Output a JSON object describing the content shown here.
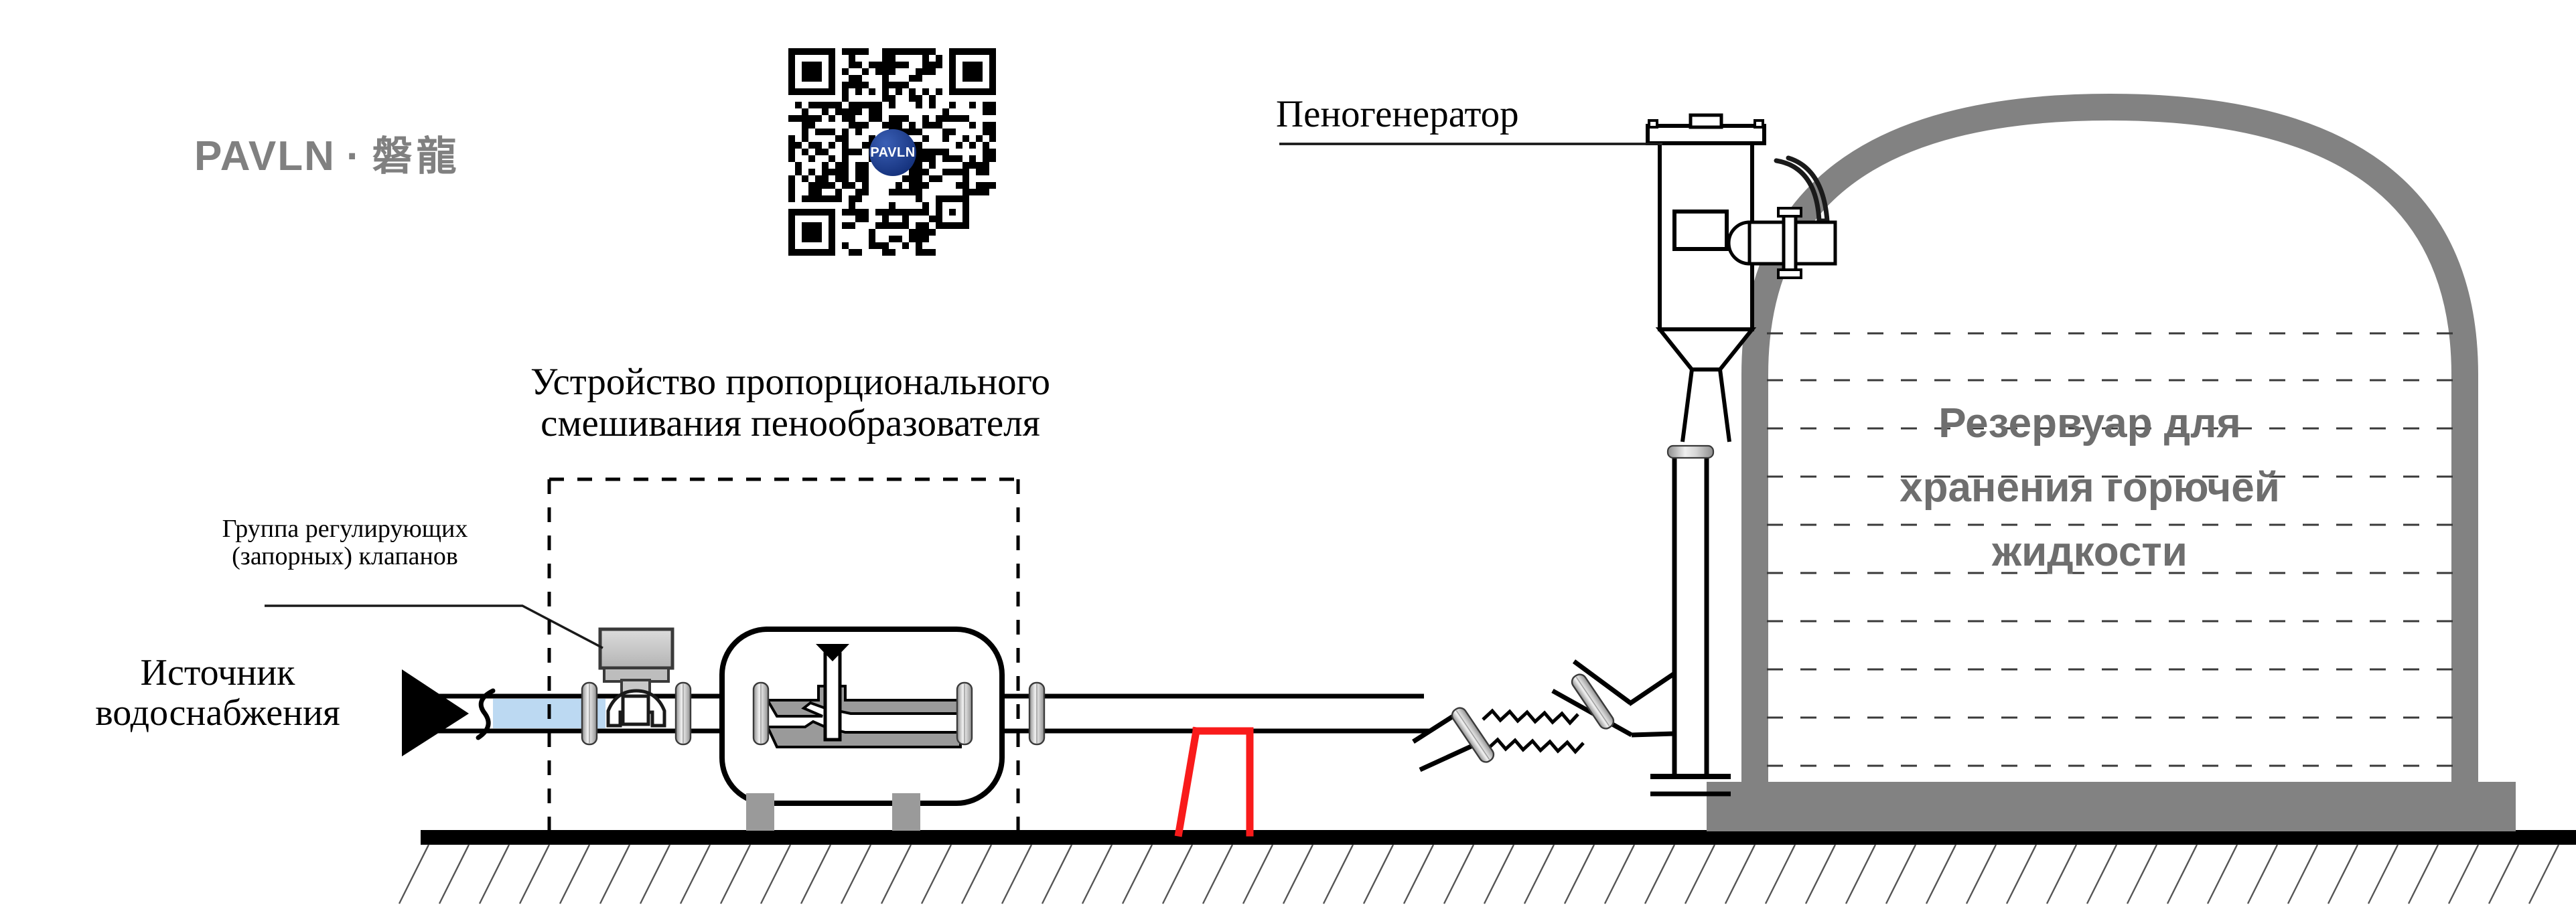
{
  "brand": {
    "logo_latin": "PAVLN",
    "logo_separator": "·",
    "logo_cjk": "磐龍",
    "qr_badge_text": "PAVLN",
    "logo_color": "#808080",
    "qr_badge_color": "#1d3f95"
  },
  "labels": {
    "proportioner_line1": "Устройство пропорционального",
    "proportioner_line2": "смешивания пенообразователя",
    "valve_group_line1": "Группа регулирующих",
    "valve_group_line2": "(запорных) клапанов",
    "water_source_line1": "Источник",
    "water_source_line2": "водоснабжения",
    "foam_generator": "Пеногенератор",
    "tank_line1": "Резервуар для",
    "tank_line2": "хранения горючей",
    "tank_line3": "жидкости"
  },
  "colors": {
    "outline": "#000000",
    "tank_wall": "#828282",
    "tank_text": "#6e6e6e",
    "water_fill": "#bcd9f2",
    "metal_fill": "#d0d0d0",
    "metal_fill_dark": "#9e9e9e",
    "pipe_fill": "#9a9a9a",
    "support_gray": "#9a9a9a",
    "accent_red": "#f91b1b",
    "ground": "#000000",
    "hatch": "#555555"
  },
  "components": {
    "inlet_arrow": "flow-direction-arrow",
    "break_symbol": "pipe-break-squiggle",
    "water_pipe": "water-supply-pipe",
    "control_valve": "actuated-control-valve",
    "proportioner_vessel": "proportional-foam-mixer",
    "venturi": "venturi-nozzle",
    "flange": "pipe-flange",
    "expansion_joint": "flexible-bellows-joint",
    "riser": "vertical-riser-pipe",
    "foam_generator_body": "foam-generator-chamber",
    "foam_outlet": "foam-discharge-elbow",
    "storage_tank": "flammable-liquid-storage-tank",
    "tank_foundation": "concrete-foundation-slab",
    "ground_line": "ground-level-hatching",
    "red_support": "red-pipe-support-bracket",
    "dashed_boundary": "skid-boundary-dashed-box",
    "liquid_level_lines": "liquid-level-dashed-lines"
  }
}
